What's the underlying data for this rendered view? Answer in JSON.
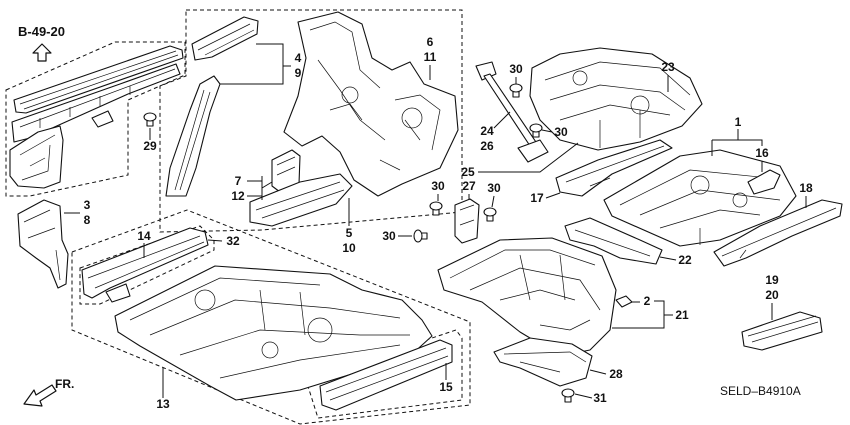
{
  "diagram_ref": "B-49-20",
  "front_label": "FR.",
  "drawing_code": "SELD–B4910A",
  "icons": {
    "reference_arrow": "up-arrow-outline-icon",
    "front_arrow": "front-direction-arrow-icon"
  },
  "callouts": [
    "3",
    "8",
    "29",
    "4",
    "9",
    "6",
    "11",
    "7",
    "12",
    "5",
    "10",
    "30",
    "23",
    "24",
    "26",
    "30",
    "1",
    "16",
    "25",
    "30",
    "27",
    "30",
    "17",
    "18",
    "30",
    "14",
    "32",
    "22",
    "2",
    "21",
    "19",
    "20",
    "13",
    "15",
    "28",
    "31"
  ]
}
